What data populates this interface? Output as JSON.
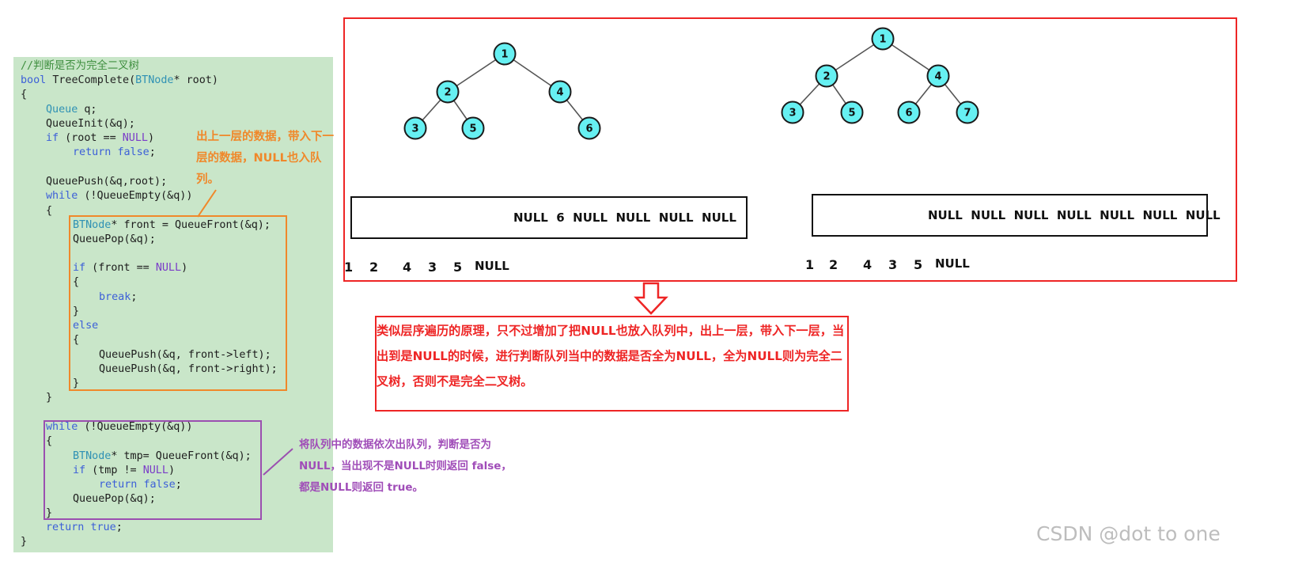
{
  "code": {
    "comment": "//判断是否为完全二叉树",
    "signature": {
      "ret": "bool",
      "name": "TreeComplete",
      "open": "(",
      "ptype": "BTNode",
      "pname": "* root)"
    },
    "l_brace_open": "{",
    "l_queue": {
      "type": "Queue",
      "rest": " q;"
    },
    "l_init": "QueueInit(&q);",
    "l_if_root": {
      "kw": "if",
      "a": " (root == ",
      "null": "NULL",
      "b": ")"
    },
    "l_return_false_1": {
      "kw": "return",
      "val": "false",
      "end": ";"
    },
    "l_push_root": "QueuePush(&q,root);",
    "l_while1": {
      "kw": "while",
      "rest": " (!QueueEmpty(&q))"
    },
    "l_brace_w1_open": "{",
    "l_front": {
      "type": "BTNode",
      "rest": "* front = QueueFront(&q);"
    },
    "l_pop1": "QueuePop(&q);",
    "l_if_front": {
      "kw": "if",
      "a": " (front == ",
      "null": "NULL",
      "b": ")"
    },
    "l_brace_if_open": "{",
    "l_break": {
      "kw": "break",
      "end": ";"
    },
    "l_brace_if_close": "}",
    "l_else": "else",
    "l_brace_else_open": "{",
    "l_push_left": "QueuePush(&q, front->left);",
    "l_push_right": "QueuePush(&q, front->right);",
    "l_brace_else_close": "}",
    "l_brace_w1_close": "}",
    "l_while2": {
      "kw": "while",
      "rest": " (!QueueEmpty(&q))"
    },
    "l_brace_w2_open": "{",
    "l_tmp": {
      "type": "BTNode",
      "rest": "* tmp= QueueFront(&q);"
    },
    "l_if_tmp": {
      "kw": "if",
      "a": " (tmp != ",
      "null": "NULL",
      "b": ")"
    },
    "l_return_false_2": {
      "kw": "return",
      "val": "false",
      "end": ";"
    },
    "l_pop2": "QueuePop(&q);",
    "l_brace_w2_close": "}",
    "l_return_true": {
      "kw": "return",
      "val": "true",
      "end": ";"
    },
    "l_brace_close": "}"
  },
  "notes": {
    "orange": "出上一层的数据，带入下一层的数据，NULL也入队列。",
    "purple": "将队列中的数据依次出队列，判断是否为NULL，当出现不是NULL时则返回 false，都是NULL则返回 true。"
  },
  "tree_left": {
    "nodes": [
      {
        "id": "n1",
        "label": "1"
      },
      {
        "id": "n2",
        "label": "2"
      },
      {
        "id": "n4",
        "label": "4"
      },
      {
        "id": "n3",
        "label": "3"
      },
      {
        "id": "n5",
        "label": "5"
      },
      {
        "id": "n6",
        "label": "6"
      }
    ],
    "queue": "NULL  6  NULL  NULL  NULL  NULL",
    "sequence": {
      "s1": "1",
      "s2": "2",
      "s4": "4",
      "s3": "3",
      "s5": "5",
      "snull": "NULL"
    }
  },
  "tree_right": {
    "nodes": [
      {
        "id": "n1",
        "label": "1"
      },
      {
        "id": "n2",
        "label": "2"
      },
      {
        "id": "n4",
        "label": "4"
      },
      {
        "id": "n3",
        "label": "3"
      },
      {
        "id": "n5",
        "label": "5"
      },
      {
        "id": "n6",
        "label": "6"
      },
      {
        "id": "n7",
        "label": "7"
      }
    ],
    "queue": "NULL  NULL  NULL  NULL  NULL  NULL  NULL",
    "sequence": {
      "s1": "1",
      "s2": "2",
      "s4": "4",
      "s3": "3",
      "s5": "5",
      "snull": "NULL"
    }
  },
  "explanation": "类似层序遍历的原理，只不过增加了把NULL也放入队列中，出上一层，带入下一层，当出到是NULL的时候，进行判断队列当中的数据是否全为NULL，全为NULL则为完全二叉树，否则不是完全二叉树。",
  "watermark": "CSDN @dot to one",
  "colors": {
    "node_fill": "#66f0f2",
    "node_stroke": "#1a1a1a",
    "orange": "#f0882a",
    "purple": "#9b4fb0",
    "red": "#ee2525",
    "code_bg": "#c9e6c9"
  }
}
